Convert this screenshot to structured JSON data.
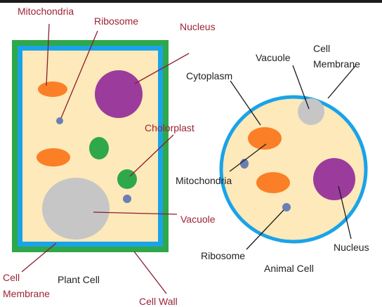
{
  "plant_cell": {
    "name": "Plant Cell",
    "labels": {
      "mitochondria": "Mitochondria",
      "ribosome": "Ribosome",
      "nucleus": "Nucleus",
      "chloroplast": "Cholorplast",
      "vacuole": "Vacuole",
      "cell_membrane_line1": "Cell",
      "cell_membrane_line2": "Membrane",
      "cell_wall": "Cell Wall"
    }
  },
  "animal_cell": {
    "name": "Animal Cell",
    "labels": {
      "vacuole": "Vacuole",
      "cell_membrane_line1": "Cell",
      "cell_membrane_line2": "Membrane",
      "cytoplasm": "Cytoplasm",
      "mitochondria": "Mitochondria",
      "ribosome": "Ribosome",
      "nucleus": "Nucleus"
    }
  },
  "colors": {
    "cell_wall": "#2ea84a",
    "membrane": "#1aa3e8",
    "cytoplasm": "#fde9b9",
    "mitochondria": "#fb7f26",
    "nucleus": "#9b3c9c",
    "vacuole": "#c6c6c6",
    "chloroplast": "#2ea84a",
    "ribosome": "#6b7fb5",
    "plant_label_text": "#9b2335",
    "animal_label_text": "#1f1f1f"
  }
}
